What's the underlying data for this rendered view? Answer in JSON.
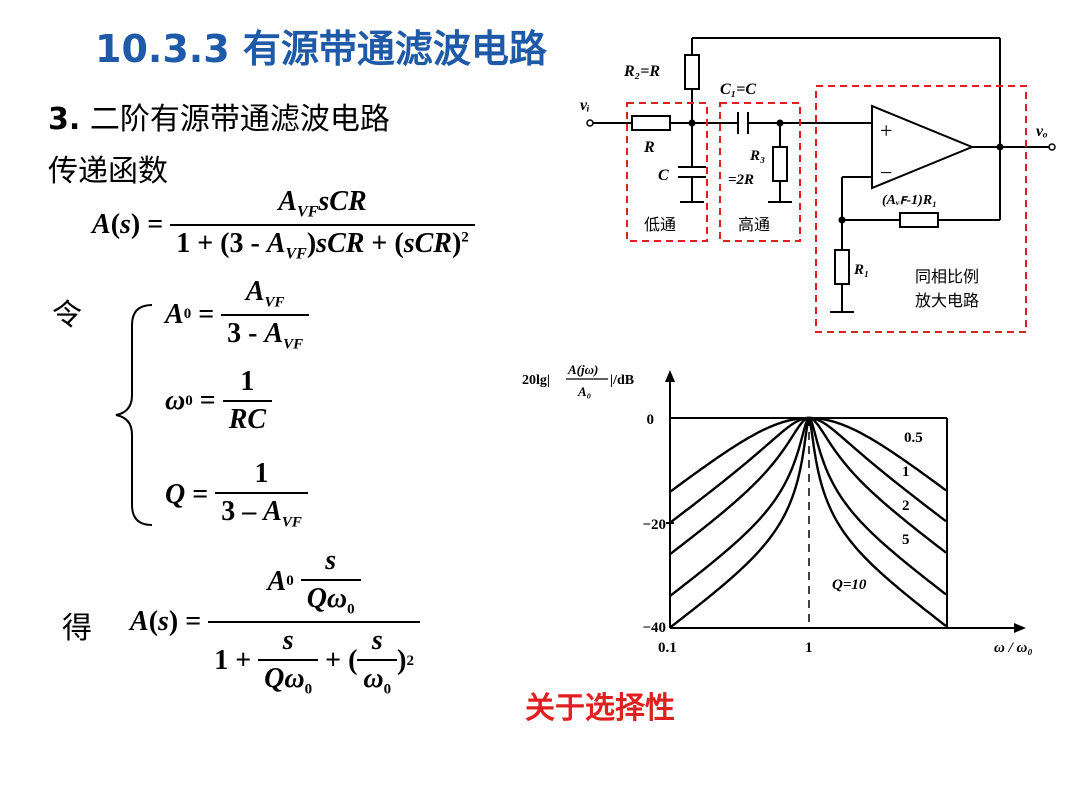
{
  "title": "10.3.3  有源带通滤波电路",
  "subtitle_num": "3.",
  "subtitle_text": " 二阶有源带通滤波电路",
  "transfer_label": "传递函数",
  "let_label": "令",
  "get_label": "得",
  "selectivity_label": "关于选择性",
  "circuit": {
    "R2": "R₂=R",
    "C1": "C₁=C",
    "vI": "vᵢ",
    "vO": "vₒ",
    "R": "R",
    "C": "C",
    "R3": "R₃",
    "R3val": "=2R",
    "feedback": "(Aᵥꜰ-1)R₁",
    "R1": "R₁",
    "plus": "+",
    "minus": "−",
    "lowpass": "低通",
    "highpass": "高通",
    "amp_line1": "同相比例",
    "amp_line2": "放大电路"
  },
  "plot": {
    "ylabel_prefix": "20lg|",
    "ylabel_num": "A(jω)",
    "ylabel_den": "A₀",
    "ylabel_suffix": "|/dB",
    "xlabel": "ω / ω₀",
    "yticks": [
      "0",
      "−20",
      "−40"
    ],
    "xticks": [
      "0.1",
      "1"
    ],
    "curve_labels": [
      "0.5",
      "1",
      "2",
      "5",
      "Q=10"
    ]
  },
  "chart_data": {
    "type": "line",
    "xlabel": "ω/ω0",
    "ylabel": "20lg|A(jω)/A0| /dB",
    "xscale": "log",
    "xlim": [
      0.1,
      10
    ],
    "ylim": [
      -40,
      0
    ],
    "series": [
      {
        "name": "0.5",
        "Q": 0.5
      },
      {
        "name": "1",
        "Q": 1
      },
      {
        "name": "2",
        "Q": 2
      },
      {
        "name": "5",
        "Q": 5
      },
      {
        "name": "Q=10",
        "Q": 10
      }
    ]
  }
}
